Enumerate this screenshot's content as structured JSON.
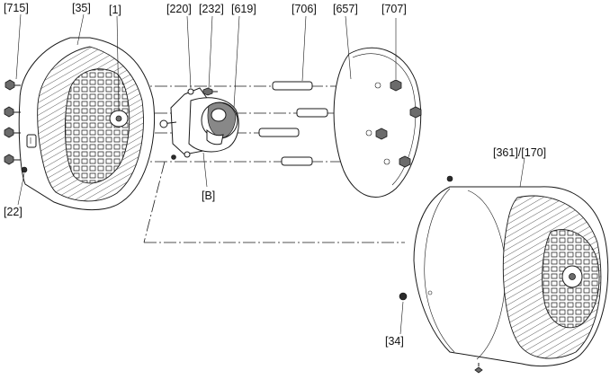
{
  "labels": {
    "l715": "[715]",
    "l35": "[35]",
    "l1": "[1]",
    "l220": "[220]",
    "l232": "[232]",
    "l619": "[619]",
    "l706": "[706]",
    "l657": "[657]",
    "l707": "[707]",
    "l22": "[22]",
    "lB": "[B]",
    "l361": "[361]/[170]",
    "l34": "[34]"
  },
  "colors": {
    "line": "#1a1a1a",
    "part_fill": "#ffffff",
    "shadow_fill": "#6b6b6b"
  }
}
